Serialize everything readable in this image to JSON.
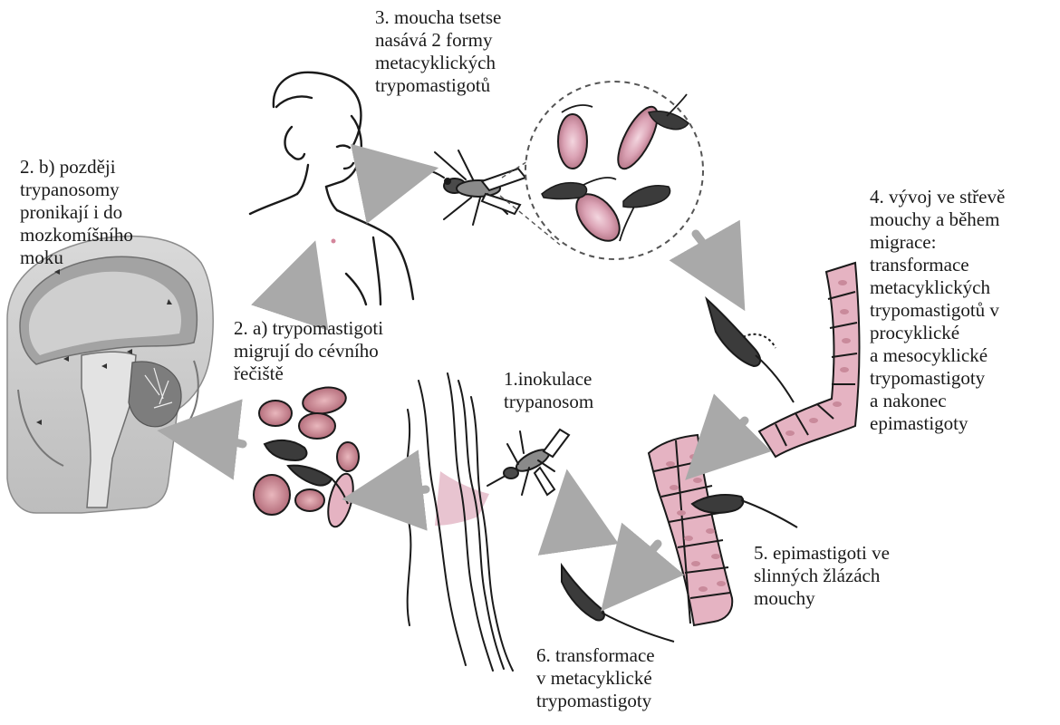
{
  "labels": {
    "step3": "3. moucha tsetse\nnasává 2 formy\nmetacyklických\ntrypomastigotů",
    "step2b": "2. b) později\ntrypanosomy\npronikají i do\nmozkomíšního\nmoku",
    "step4": "4. vývoj ve střevě\nmouchy a během\nmigrace:\ntransformace\nmetacyklických\ntrypomastigotů v\nprocyklické\na mesocyklické\ntrypomastigoty\na nakonec\nepimastigoty",
    "step2a": "2. a) trypomastigoti\nmigrují do cévního\nřečiště",
    "step1": "1.inokulace\ntrypanosom",
    "step5": "5. epimastigoti ve\nslinných žlázách\nmouchy",
    "step6": "6. transformace\nv metacyklické\ntrypomastigoty"
  },
  "colors": {
    "cell_pink": "#dba3b5",
    "cell_dark_pink": "#c98a9b",
    "parasite_dark": "#3b3b3b",
    "skin_pink": "#e8c4d0",
    "arrow_grey": "#a9a9a9",
    "line_black": "#1a1a1a"
  },
  "icons": [
    "human-figure",
    "tsetse-fly-icon",
    "brain-section",
    "magnifier-circle",
    "blood-cells",
    "fly-gut-tissue",
    "salivary-gland-tissue",
    "skin-layers"
  ]
}
